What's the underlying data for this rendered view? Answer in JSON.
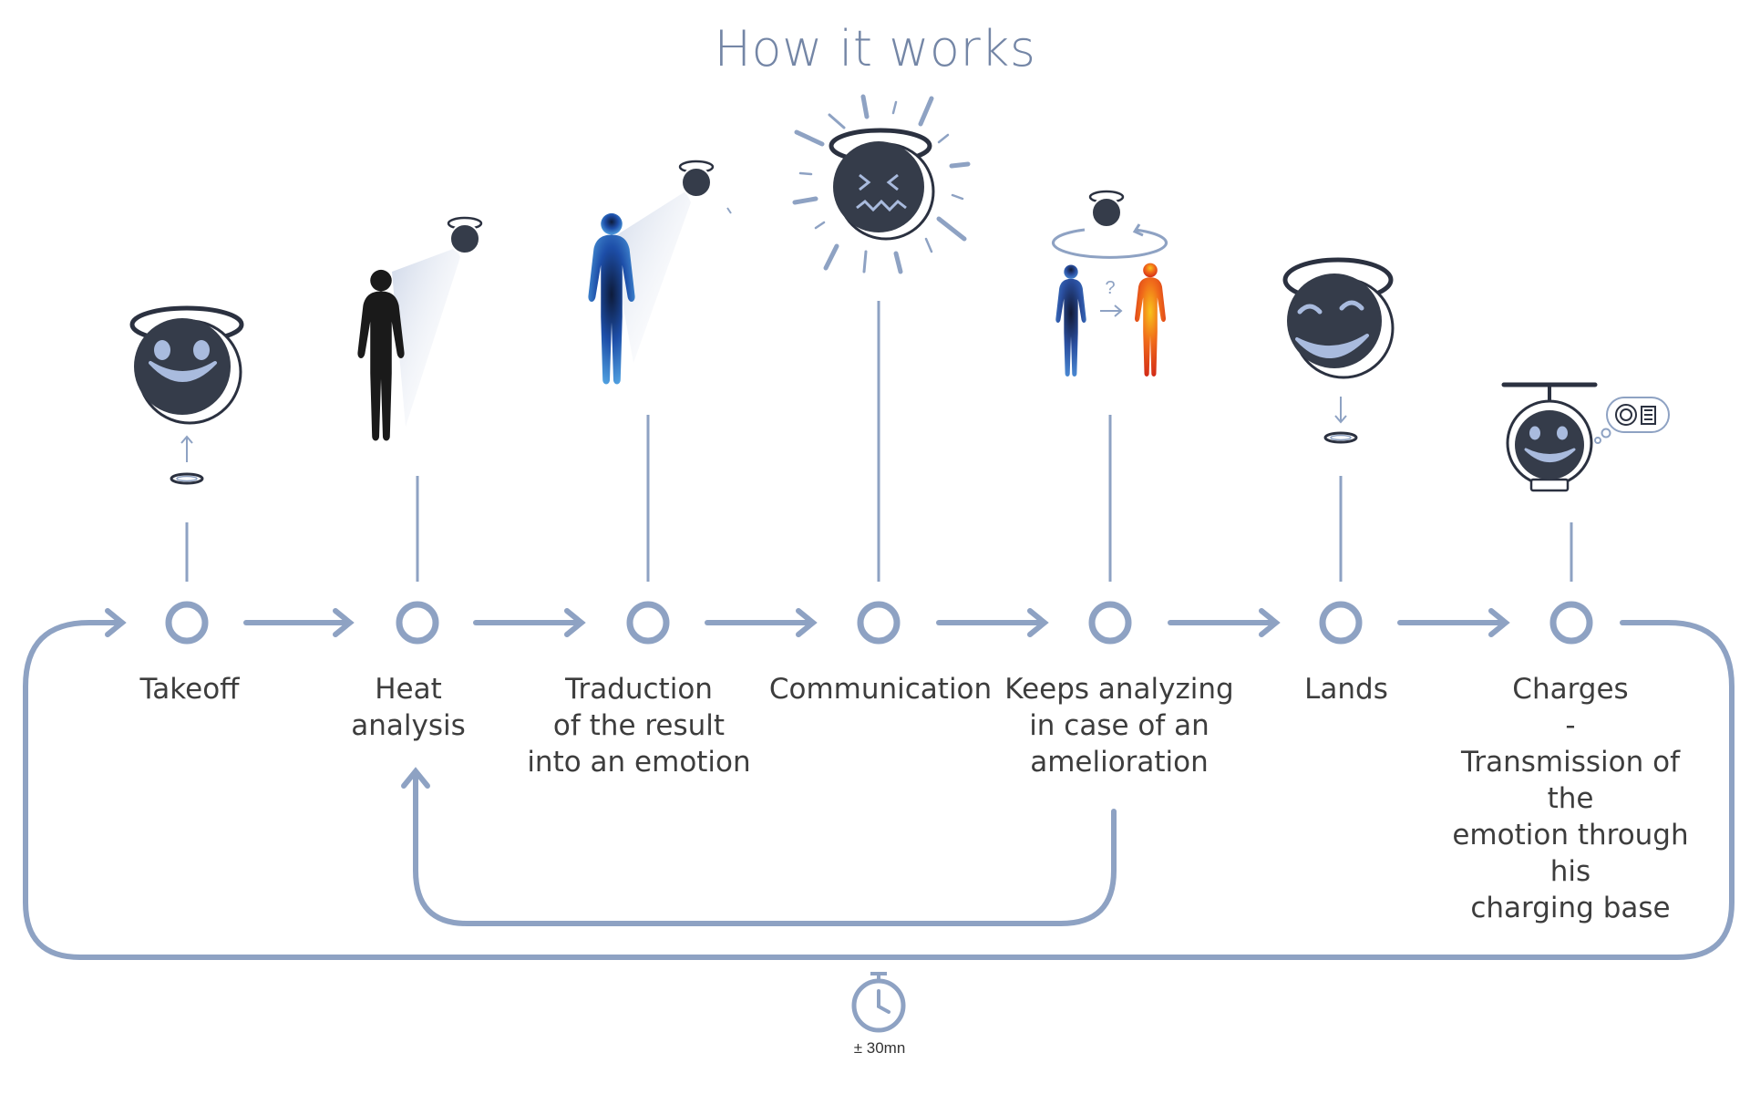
{
  "title": "How it works",
  "steps": [
    {
      "label": "Takeoff"
    },
    {
      "label": "Heat\nanalysis"
    },
    {
      "label": "Traduction\nof the result\ninto an emotion"
    },
    {
      "label": "Communication"
    },
    {
      "label": "Keeps analyzing\nin case of an\namelioration"
    },
    {
      "label": "Lands"
    },
    {
      "label": "Charges\n-\nTransmission of the\nemotion through his\ncharging base"
    }
  ],
  "question_mark": "?",
  "timer": {
    "label": "± 30mn",
    "icon": "stopwatch-icon"
  },
  "colors": {
    "accent": "#8ea2c3",
    "title": "#7486a6",
    "robot_face": "#353c4a",
    "robot_feature": "#a9bbde",
    "silhouette": "#1a1a1a",
    "cold_body": "#3e7cd6",
    "warm_body": "#e8421c"
  }
}
